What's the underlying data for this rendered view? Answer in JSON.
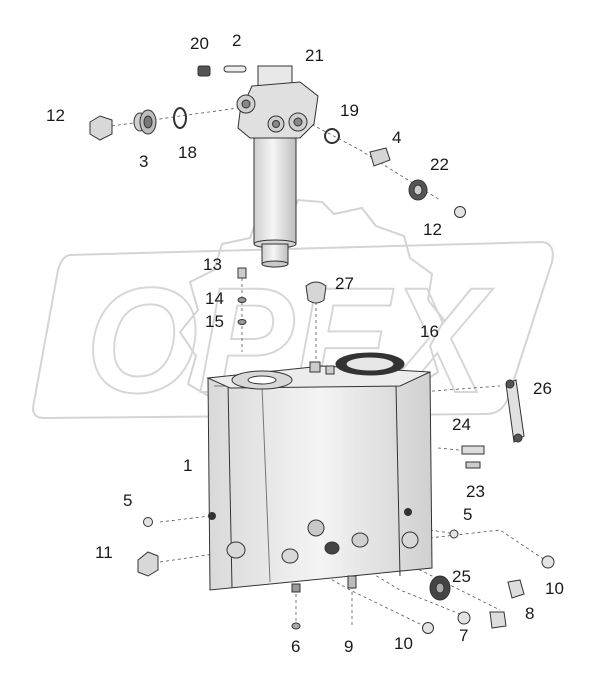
{
  "diagram": {
    "watermark": "OPEX",
    "callouts": [
      {
        "id": "c20",
        "text": "20"
      },
      {
        "id": "c2",
        "text": "2"
      },
      {
        "id": "c21",
        "text": "21"
      },
      {
        "id": "c12a",
        "text": "12"
      },
      {
        "id": "c3",
        "text": "3"
      },
      {
        "id": "c18",
        "text": "18"
      },
      {
        "id": "c19",
        "text": "19"
      },
      {
        "id": "c4",
        "text": "4"
      },
      {
        "id": "c22",
        "text": "22"
      },
      {
        "id": "c12b",
        "text": "12"
      },
      {
        "id": "c13",
        "text": "13"
      },
      {
        "id": "c27",
        "text": "27"
      },
      {
        "id": "c14",
        "text": "14"
      },
      {
        "id": "c15",
        "text": "15"
      },
      {
        "id": "c16",
        "text": "16"
      },
      {
        "id": "c26",
        "text": "26"
      },
      {
        "id": "c1",
        "text": "1"
      },
      {
        "id": "c24",
        "text": "24"
      },
      {
        "id": "c23",
        "text": "23"
      },
      {
        "id": "c5a",
        "text": "5"
      },
      {
        "id": "c5b",
        "text": "5"
      },
      {
        "id": "c11",
        "text": "11"
      },
      {
        "id": "c10a",
        "text": "10"
      },
      {
        "id": "c25",
        "text": "25"
      },
      {
        "id": "c8",
        "text": "8"
      },
      {
        "id": "c7",
        "text": "7"
      },
      {
        "id": "c10b",
        "text": "10"
      },
      {
        "id": "c6",
        "text": "6"
      },
      {
        "id": "c9",
        "text": "9"
      }
    ]
  }
}
